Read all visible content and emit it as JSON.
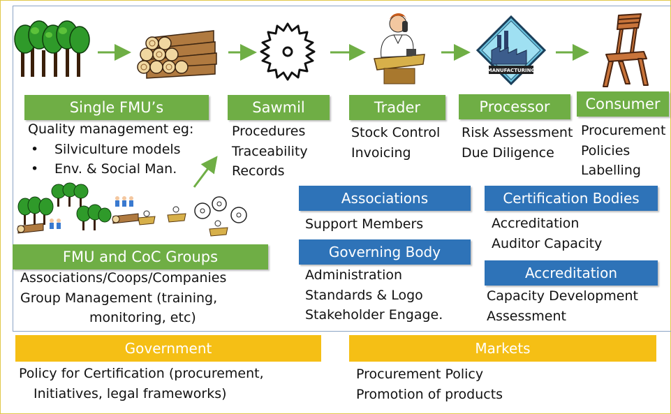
{
  "chain": {
    "single_fmu": {
      "title": "Single FMU’s",
      "lines": [
        "Quality management eg:",
        "Silviculture models",
        "Env. & Social Man."
      ]
    },
    "sawmil": {
      "title": "Sawmil",
      "lines": [
        "Procedures",
        "Traceability",
        "Records"
      ]
    },
    "trader": {
      "title": "Trader",
      "lines": [
        "Stock Control",
        "Invoicing"
      ]
    },
    "processor": {
      "title": "Processor",
      "lines": [
        "Risk Assessment",
        "Due Diligence"
      ],
      "sign": "MANUFACTURING"
    },
    "consumer": {
      "title": "Consumer",
      "lines": [
        "Procurement",
        "Policies",
        "Labelling"
      ]
    }
  },
  "groups": {
    "title": "FMU and CoC Groups",
    "lines": [
      "Associations/Coops/Companies",
      "Group Management (training,",
      "monitoring, etc)"
    ]
  },
  "associations": {
    "title": "Associations",
    "lines": [
      "Support Members"
    ]
  },
  "governing_body": {
    "title": "Governing Body",
    "lines": [
      "Administration",
      "Standards & Logo",
      "Stakeholder Engage."
    ]
  },
  "certification_bodies": {
    "title": "Certification Bodies",
    "lines": [
      "Accreditation",
      "Auditor Capacity"
    ]
  },
  "accreditation": {
    "title": "Accreditation",
    "lines": [
      "Capacity Development",
      "Assessment"
    ]
  },
  "government": {
    "title": "Government",
    "lines": [
      "Policy for Certification (procurement,",
      "Initiatives, legal frameworks)"
    ]
  },
  "markets": {
    "title": "Markets",
    "lines": [
      "Procurement Policy",
      "Promotion of products"
    ]
  },
  "colors": {
    "green": "#6fae45",
    "blue": "#2e73b8",
    "yellow": "#f5bf15",
    "arrow": "#6fae45"
  },
  "icons": [
    "forest-icon",
    "logs-icon",
    "saw-blade-icon",
    "trader-on-phone-icon",
    "manufacturing-icon",
    "chair-icon",
    "group-cluster-icon"
  ]
}
